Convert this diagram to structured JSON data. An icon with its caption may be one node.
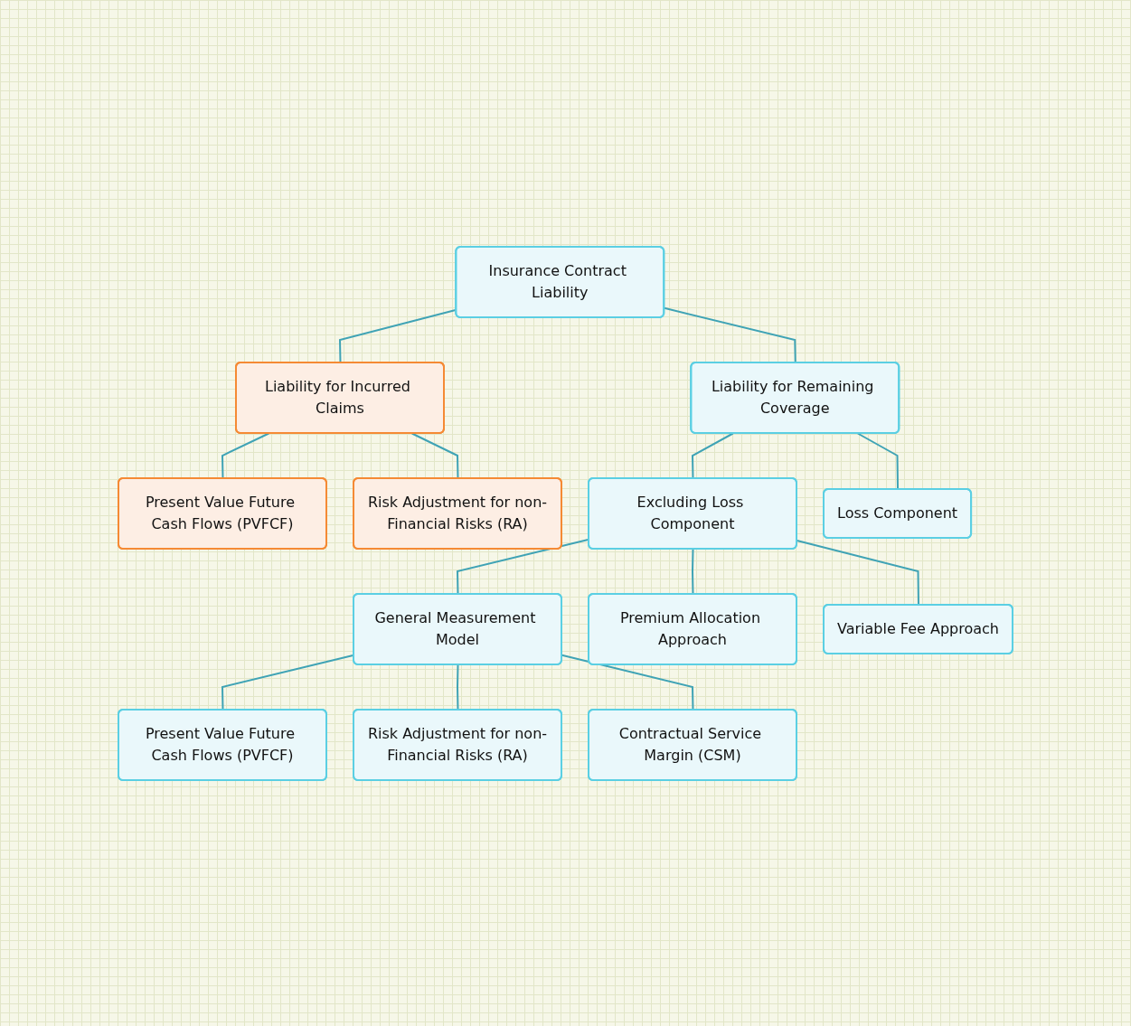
{
  "diagram": {
    "nodes": [
      {
        "text": [
          "Insurance Contract Liability"
        ]
      },
      {
        "text": [
          "Liability for Incurred Claims"
        ]
      },
      {
        "text": [
          "Liability for Remaining Coverage"
        ]
      },
      {
        "text": [
          "Present Value Future Cash Flows (PVFCF)"
        ]
      },
      {
        "text": [
          "Risk Adjustment for non-Financial Risks (RA)"
        ]
      },
      {
        "text": [
          "Excluding Loss Component"
        ]
      },
      {
        "text": [
          "Loss Component"
        ]
      },
      {
        "text": [
          "General Measurement Model"
        ]
      },
      {
        "text": [
          "Premium Allocation Approach"
        ]
      },
      {
        "text": [
          "Variable Fee Approach"
        ]
      },
      {
        "text": [
          "Present Value Future Cash Flows (PVFCF)"
        ]
      },
      {
        "text": [
          "Risk Adjustment for non-Financial Risks (RA)"
        ]
      },
      {
        "text": [
          "Contractual Service Margin (CSM)"
        ]
      }
    ],
    "edges": [
      {
        "from": 0,
        "to": 1,
        "arrow": "none"
      },
      {
        "from": 0,
        "to": 2,
        "arrow": "none"
      },
      {
        "from": 1,
        "to": 3,
        "arrow": "none"
      },
      {
        "from": 1,
        "to": 4,
        "arrow": "none"
      },
      {
        "from": 2,
        "to": 5,
        "arrow": "none"
      },
      {
        "from": 2,
        "to": 6,
        "arrow": "none"
      },
      {
        "from": 5,
        "to": 7,
        "arrow": "none"
      },
      {
        "from": 5,
        "to": 8,
        "arrow": "none"
      },
      {
        "from": 5,
        "to": 9,
        "arrow": "none"
      },
      {
        "from": 7,
        "to": 10,
        "arrow": "none"
      },
      {
        "from": 7,
        "to": 11,
        "arrow": "none"
      },
      {
        "from": 7,
        "to": 12,
        "arrow": "none"
      }
    ]
  }
}
